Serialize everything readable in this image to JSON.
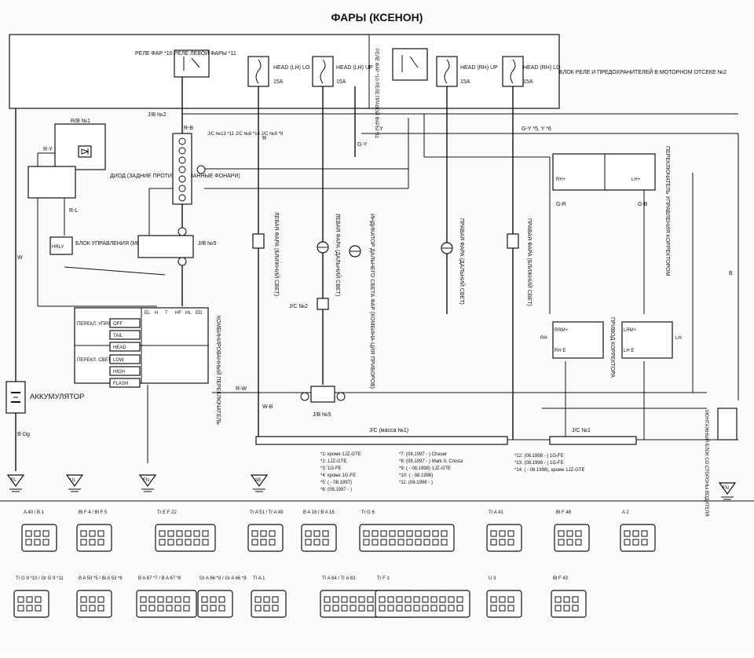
{
  "title": "ФАРЫ (КСЕНОН)",
  "relay_block": {
    "label": "БЛОК РЕЛЕ И ПРЕДОХРАНИТЕЛЕЙ В МОТОРНОМ ОТСЕКЕ №2",
    "relay_left": "РЕЛЕ ФАР *10 РЕЛЕ ЛЕВОЙ ФАРЫ *11",
    "relay_right": "РЕЛЕ ФАР *10 РЕЛЕ ПРАВОЙ ФАРЫ *11",
    "fuses": [
      {
        "name": "HEAD (LH) LO",
        "amp": "15A"
      },
      {
        "name": "HEAD (LH) UP",
        "amp": "15A"
      },
      {
        "name": "HEAD (RH) UP",
        "amp": "15A"
      },
      {
        "name": "HEAD (RH) LO",
        "amp": "15A"
      }
    ]
  },
  "components": {
    "rb1": "R/B №1",
    "diode": "ДИОД (ЗАДНИЕ ПРОТИ-ВОТУМАННЫЕ ФОНАРИ)",
    "jb2": "J/B №2",
    "jc_list": "J/C №13 *11 J/C №8 *14 J/C №9 *9",
    "multiplex": "БЛОК УПРАВЛЕНИЯ (MULTIPLEX)",
    "multiplex_code": "HRLY",
    "jb5": "J/B №5",
    "jc2": "J/C №2",
    "battery": "АККУМУЛЯТОР",
    "combo_switch": "КОМБИНИРОВАННЫЙ ПЕРЕКЛЮЧАТЕЛЬ",
    "left_low": "ЛЕВАЯ ФАРА (БЛИЖНИЙ СВЕТ)",
    "left_high": "ЛЕВАЯ ФАРА (ДАЛЬНИЙ СВЕТ)",
    "indicator": "ИНДИКАТОР ДАЛЬНЕГО СВЕТА ФАР (КОМБИНА-ЦИЯ ПРИБОРОВ)",
    "right_high": "ПРАВАЯ ФАРА (ДАЛЬНИЙ СВЕТ)",
    "right_low": "ПРАВАЯ ФАРА (БЛИЖНИЙ СВЕТ)",
    "corrector_switch": "ПЕРЕКЛЮЧАТЕЛЬ УПРАВЛЕНИЯ КОРРЕКТОРОМ",
    "corrector_drive": "ПРИВОД КОРРЕКТОРА",
    "rh": "RH",
    "lh": "LH",
    "jc_mass": "J/C (масса №1)",
    "jc1": "J/C №1",
    "mount_block": "МОНТАЖНЫЙ БЛОК СО СТОРОНЫ ВОДИТЕЛЯ"
  },
  "switch_table": {
    "header": [
      "EL",
      "H",
      "T",
      "HF",
      "HL",
      "ED"
    ],
    "groups": [
      {
        "name": "ПЕРЕКЛ. УПРАВЛ. ОСВЕЩ.",
        "rows": [
          "OFF",
          "TAIL",
          "HEAD"
        ]
      },
      {
        "name": "ПЕРЕКЛ. СВЕТА ФАР",
        "rows": [
          "LOW",
          "HIGH",
          "FLASH"
        ]
      }
    ]
  },
  "wire_colors": [
    "W",
    "R-Y",
    "R-B",
    "R-L",
    "Y",
    "G-Y",
    "R",
    "G-R",
    "G-B",
    "W-B",
    "R-W",
    "B",
    "B-Dg",
    "G-Y *5, Y *6"
  ],
  "grounds": [
    "EL",
    "UL",
    "FN",
    "AB",
    "FN"
  ],
  "notes": [
    "*1: кроме 1JZ-GTE",
    "*2: 1JZ-GTE",
    "*3: 1G-FE",
    "*4: кроме 1G-FE",
    "*5: ( - 08.1997)",
    "*6: (08.1997 - )",
    "*7: (08.1997 - ) Chaser",
    "*8: (08.1997 - ) Mark II, Cresta",
    "*9: ( - 08.1998) 1JZ-GTE",
    "*10: ( - 08.1998)",
    "*11: (08.1998 - )",
    "*12: (08.1998 - ) 1G-FE",
    "*13: (08.1998 - ) 1G-FE",
    "*14: ( - 08.1998), кроме 1JZ-GTE"
  ],
  "connectors_row1": [
    {
      "label": "A 40 / B 1"
    },
    {
      "label": "Bl F 4 / Bl F 5"
    },
    {
      "label": "Tr E F 22"
    },
    {
      "label": "Tr A 51 / Tr A 49"
    },
    {
      "label": "B A 18 / B A 16"
    },
    {
      "label": "Tr G 6"
    },
    {
      "label": "Tr A 41"
    },
    {
      "label": "Bl F 48"
    },
    {
      "label": "A 2"
    }
  ],
  "connectors_row2": [
    {
      "label": "Tr G 9 *10 / Gr G 9 *11"
    },
    {
      "label": "B A 50 *5 / Bl A 53 *6"
    },
    {
      "label": "B A 67 *7 / B A 67 *8"
    },
    {
      "label": "Gr A 66 *8 / Gr A 66 *8"
    },
    {
      "label": "Tr A 1"
    },
    {
      "label": "Tr A 64 / Tr A 63"
    },
    {
      "label": "Tr F 1"
    },
    {
      "label": "U 3"
    },
    {
      "label": "Bl F 43"
    }
  ]
}
